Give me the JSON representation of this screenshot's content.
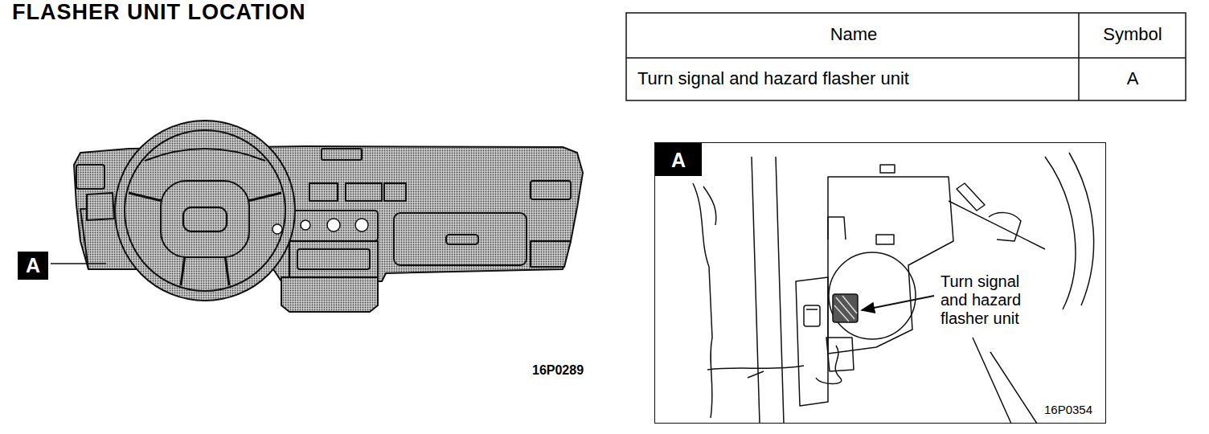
{
  "diagram": {
    "title": "FLASHER UNIT LOCATION",
    "nodes": [
      {
        "text": [
          "A"
        ]
      },
      {
        "text": [
          "Turn signal and hazard flasher unit",
          "16P0354"
        ]
      },
      {
        "text": [
          "A"
        ],
        "in": 1
      }
    ],
    "labels": [
      "Name",
      "Symbol",
      "Turn signal and hazard flasher unit",
      "A",
      "16P0289"
    ]
  }
}
